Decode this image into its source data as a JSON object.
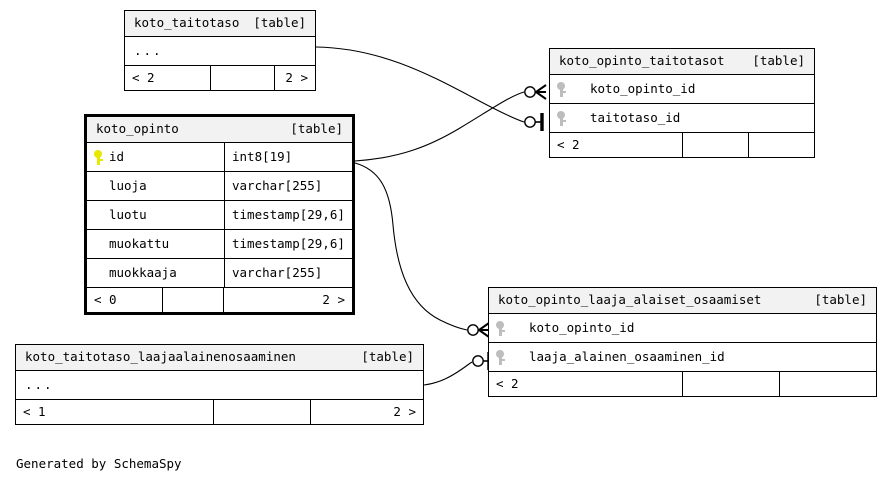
{
  "diagram": {
    "generator_note": "Generated by SchemaSpy",
    "table_tag": "[table]",
    "ellipsis": "...",
    "prev_arrow": "<",
    "next_arrow": ">",
    "colors": {
      "header_fill": "#f2f2f2",
      "border": "#000000",
      "pk_key": "#e8e800",
      "fk_key": "#bdbdbd",
      "background": "#ffffff"
    }
  },
  "tables": [
    {
      "id": "koto_taitotaso",
      "name": "koto_taitotaso",
      "tag": "[table]",
      "focused": false,
      "ellipsis_row": true,
      "columns": [],
      "footer": {
        "left": "< 2",
        "middle": "",
        "right": "2 >"
      }
    },
    {
      "id": "koto_opinto",
      "name": "koto_opinto",
      "tag": "[table]",
      "focused": true,
      "ellipsis_row": false,
      "columns": [
        {
          "name": "id",
          "type": "int8[19]",
          "key": "primary"
        },
        {
          "name": "luoja",
          "type": "varchar[255]",
          "key": "none"
        },
        {
          "name": "luotu",
          "type": "timestamp[29,6]",
          "key": "none"
        },
        {
          "name": "muokattu",
          "type": "timestamp[29,6]",
          "key": "none"
        },
        {
          "name": "muokkaaja",
          "type": "varchar[255]",
          "key": "none"
        }
      ],
      "footer": {
        "left": "< 0",
        "middle": "",
        "right": "2 >"
      }
    },
    {
      "id": "koto_opinto_taitotasot",
      "name": "koto_opinto_taitotasot",
      "tag": "[table]",
      "focused": false,
      "ellipsis_row": false,
      "columns": [
        {
          "name": "koto_opinto_id",
          "type": "",
          "key": "foreign"
        },
        {
          "name": "taitotaso_id",
          "type": "",
          "key": "foreign"
        }
      ],
      "footer": {
        "left": "< 2",
        "middle": "",
        "right": ""
      }
    },
    {
      "id": "koto_opinto_laaja_alaiset_osaamiset",
      "name": "koto_opinto_laaja_alaiset_osaamiset",
      "tag": "[table]",
      "focused": false,
      "ellipsis_row": false,
      "columns": [
        {
          "name": "koto_opinto_id",
          "type": "",
          "key": "foreign"
        },
        {
          "name": "laaja_alainen_osaaminen_id",
          "type": "",
          "key": "foreign"
        }
      ],
      "footer": {
        "left": "< 2",
        "middle": "",
        "right": ""
      }
    },
    {
      "id": "koto_taitotaso_laajaalainenosaaminen",
      "name": "koto_taitotaso_laajaalainenosaaminen",
      "tag": "[table]",
      "focused": false,
      "ellipsis_row": true,
      "columns": [],
      "footer": {
        "left": "< 1",
        "middle": "",
        "right": "2 >"
      }
    }
  ],
  "relationships": [
    {
      "from": "koto_taitotaso",
      "to": "koto_opinto_taitotasot.taitotaso_id",
      "end_marker": "one"
    },
    {
      "from": "koto_opinto.id",
      "to": "koto_opinto_taitotasot.koto_opinto_id",
      "end_marker": "many"
    },
    {
      "from": "koto_opinto.id",
      "to": "koto_opinto_laaja_alaiset_osaamiset.koto_opinto_id",
      "end_marker": "many"
    },
    {
      "from": "koto_taitotaso_laajaalainenosaaminen",
      "to": "koto_opinto_laaja_alaiset_osaamiset.laaja_alainen_osaaminen_id",
      "end_marker": "one"
    }
  ]
}
